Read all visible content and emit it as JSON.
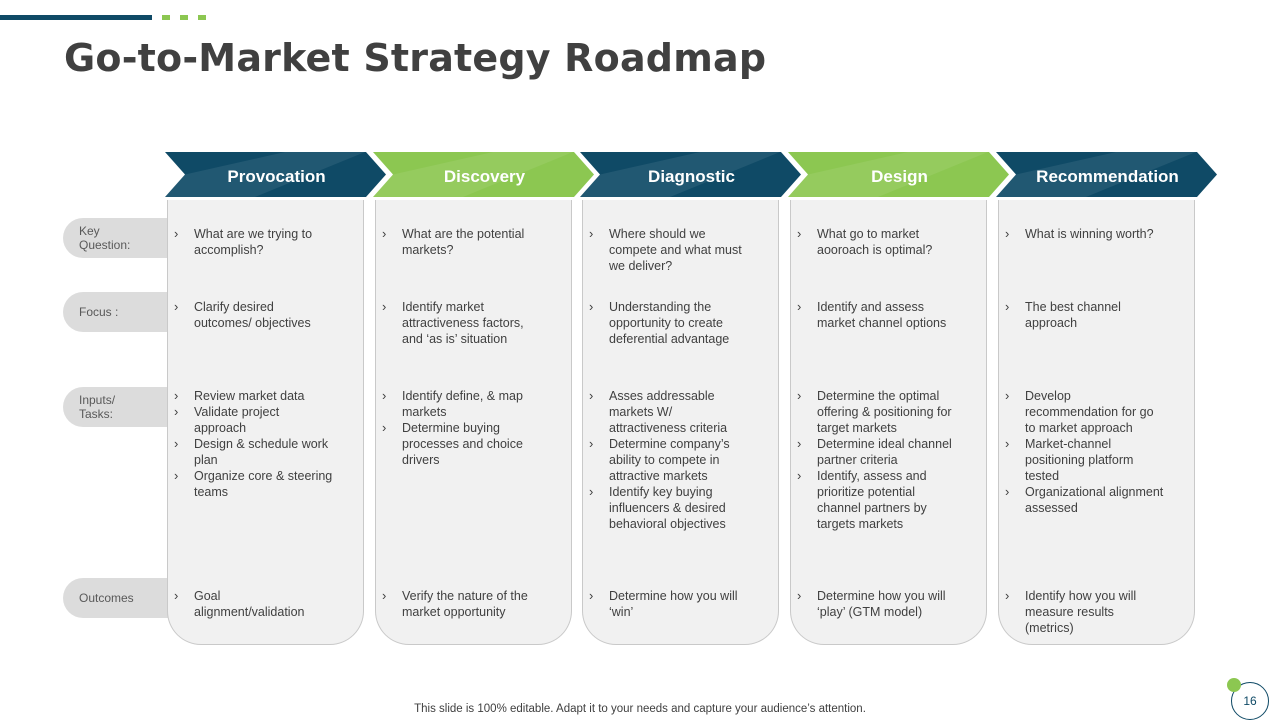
{
  "title": "Go-to-Market Strategy Roadmap",
  "colors": {
    "dark": "#0f4a66",
    "green": "#8cc751",
    "label_bg": "#dcdcdc",
    "card_bg": "#f1f1f1"
  },
  "row_labels": [
    "Key\nQuestion:",
    "Focus :",
    "Inputs/\nTasks:",
    "Outcomes"
  ],
  "columns": [
    {
      "header": "Provocation",
      "color": "dark",
      "key_question": [
        "What are we trying to accomplish?"
      ],
      "focus": [
        "Clarify desired outcomes/ objectives"
      ],
      "inputs": [
        "Review market data",
        "Validate project approach",
        "Design & schedule work plan",
        "Organize core & steering teams"
      ],
      "outcomes": [
        "Goal alignment/validation"
      ]
    },
    {
      "header": "Discovery",
      "color": "green",
      "key_question": [
        "What are the potential markets?"
      ],
      "focus": [
        "Identify market attractiveness factors, and ‘as is’ situation"
      ],
      "inputs": [
        "Identify define, & map markets",
        "Determine buying processes and choice drivers"
      ],
      "outcomes": [
        "Verify the nature of the market opportunity"
      ]
    },
    {
      "header": "Diagnostic",
      "color": "dark",
      "key_question": [
        "Where should we compete and what must we deliver?"
      ],
      "focus": [
        "Understanding the opportunity to create deferential advantage"
      ],
      "inputs": [
        "Asses addressable markets W/ attractiveness criteria",
        "Determine company’s ability to compete in attractive markets",
        "Identify key buying influencers & desired behavioral objectives"
      ],
      "outcomes": [
        "Determine how you will ‘win’"
      ]
    },
    {
      "header": "Design",
      "color": "green",
      "key_question": [
        "What go to market aooroach is optimal?"
      ],
      "focus": [
        "Identify and assess market channel options"
      ],
      "inputs": [
        "Determine the optimal offering & positioning for target markets",
        "Determine ideal channel partner criteria",
        "Identify, assess and prioritize potential channel partners by targets markets"
      ],
      "outcomes": [
        "Determine how you will ‘play’ (GTM model)"
      ]
    },
    {
      "header": "Recommendation",
      "color": "dark",
      "key_question": [
        "What is winning worth?"
      ],
      "focus": [
        "The best channel approach"
      ],
      "inputs": [
        "Develop recommendation for go to market approach",
        "Market-channel positioning platform tested",
        "Organizational alignment assessed"
      ],
      "outcomes": [
        "Identify how you will measure results (metrics)"
      ]
    }
  ],
  "footer_note": "This slide is 100% editable. Adapt it to your needs and capture your audience’s attention.",
  "page_number": "16"
}
